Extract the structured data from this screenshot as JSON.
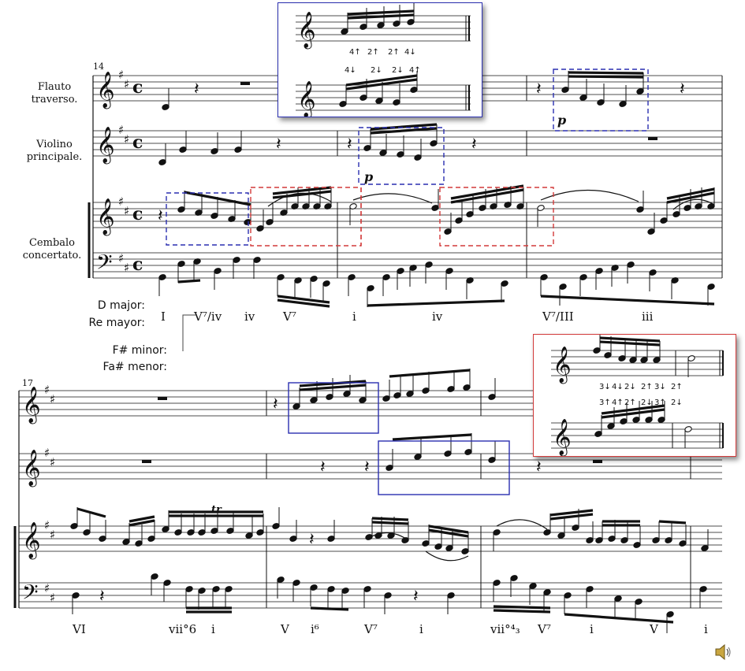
{
  "system1": {
    "measure_number": "14",
    "instruments": [
      {
        "line1": "Flauto",
        "line2": "traverso."
      },
      {
        "line1": "Violino",
        "line2": "principale."
      },
      {
        "line1": "Cembalo",
        "line2": "concertato."
      }
    ]
  },
  "system2": {
    "measure_number": "17"
  },
  "keys": {
    "d_major_en": "D major:",
    "d_major_es": "Re mayor:",
    "fs_minor_en": "F# minor:",
    "fs_minor_es": "Fa# menor:"
  },
  "analysis_row1": [
    "I",
    "V⁷/iv",
    "iv",
    "V⁷",
    "i",
    "iv",
    "V⁷/III",
    "iii"
  ],
  "analysis_row2": [
    "VI",
    "vii°6",
    "i",
    "V",
    "i⁶",
    "V⁷",
    "i",
    "vii°⁴₃",
    "V⁷",
    "i",
    "V",
    "i"
  ],
  "dynamics": [
    "p",
    "p"
  ],
  "ornament": "tr",
  "popup_blue": {
    "fingering_top": [
      "4↑",
      "2↑",
      "2↑",
      "4↓"
    ],
    "fingering_bottom": [
      "4↓",
      "2↓",
      "2↓",
      "4↑"
    ]
  },
  "popup_red": {
    "fingering_top": [
      "3↓",
      "4↓",
      "2↓",
      "2↑",
      "3↓",
      "2↑"
    ],
    "fingering_bottom": [
      "3↑",
      "4↑",
      "2↑",
      "2↓",
      "3↑",
      "2↓"
    ]
  },
  "audio": {
    "icon": "speaker-icon"
  },
  "colors": {
    "blue": "#2a2fb0",
    "red": "#d23a3a",
    "ink": "#111111"
  }
}
